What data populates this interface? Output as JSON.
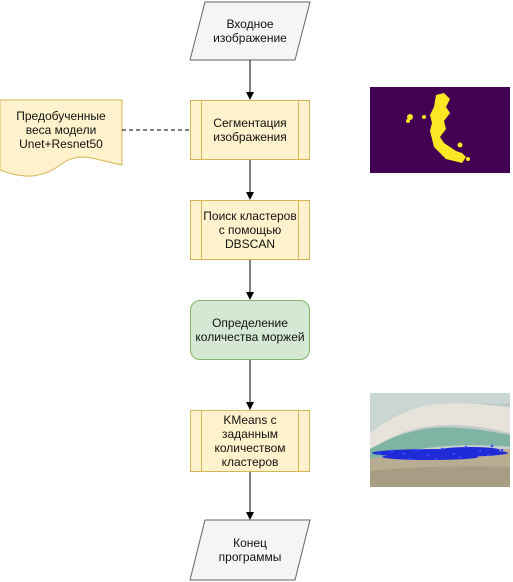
{
  "nodes": {
    "input": "Входное изображение",
    "pretrained": "Предобученные веса модели Unet+Resnet50",
    "segmentation": "Сегментация изображения",
    "dbscan": "Поиск кластеров с помощью DBSCAN",
    "count": "Определение количества моржей",
    "kmeans": "KMeans с заданным количеством кластеров",
    "end": "Конец программы"
  },
  "colors": {
    "process_fill": "#fff2cc",
    "process_stroke": "#d6b656",
    "terminal_fill": "#d5e8d4",
    "terminal_stroke": "#82b366",
    "io_fill": "#f5f5f5",
    "io_stroke": "#666666",
    "mask_background": "#440154",
    "mask_foreground": "#fde725"
  }
}
